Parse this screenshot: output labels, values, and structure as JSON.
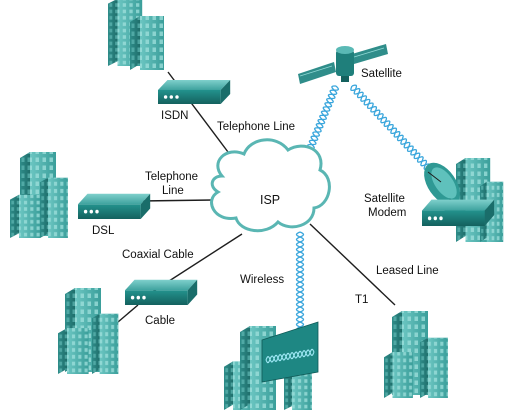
{
  "diagram": {
    "center": {
      "label": "ISP"
    },
    "links": [
      {
        "id": "isdn",
        "device": "ISDN",
        "medium": "Telephone Line"
      },
      {
        "id": "dsl",
        "device": "DSL",
        "medium_line1": "Telephone",
        "medium_line2": "Line"
      },
      {
        "id": "cable",
        "device": "Cable",
        "medium": "Coaxial Cable"
      },
      {
        "id": "wireless",
        "medium": "Wireless"
      },
      {
        "id": "t1",
        "device": "T1",
        "medium": "Leased Line"
      },
      {
        "id": "satellite",
        "device": "Satellite",
        "modem_line1": "Satellite",
        "modem_line2": "Modem"
      }
    ]
  },
  "colors": {
    "building_front": "#4fb3b0",
    "building_side": "#2f8d8a",
    "building_window": "#8fd8d4",
    "device_top": "#5ab9b5",
    "device_front": "#1f7f7b",
    "cloud_fill": "#ffffff",
    "cloud_stroke": "#5ab6b3",
    "line": "#1e1e1e",
    "wave": "#3aa6dc"
  }
}
